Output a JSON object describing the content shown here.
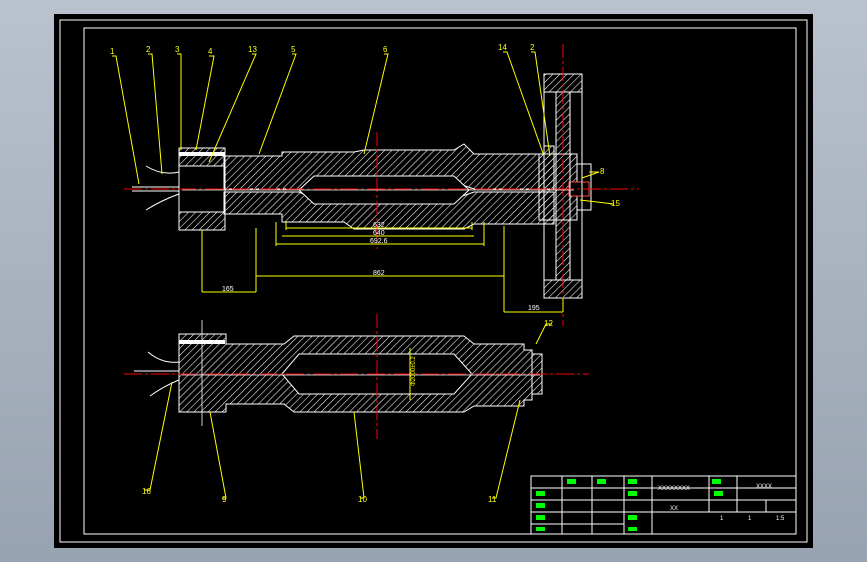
{
  "balloons": {
    "b1": "1",
    "b2": "2",
    "b3": "3",
    "b4": "4",
    "b13": "13",
    "b5": "5",
    "b6": "6",
    "b14": "14",
    "b2r": "2",
    "b8": "8",
    "b15": "15",
    "b12": "12",
    "b16": "16",
    "b9": "9",
    "b10": "10",
    "b11": "11"
  },
  "dimensions": {
    "d1": "632",
    "d2": "640",
    "d3": "692.6",
    "d4": "862",
    "left_offset": "165",
    "right_offset": "195",
    "vertical": "Φ2000±0.2"
  },
  "title_block": {
    "drawing_name": "XXXXXXXX",
    "material": "XXXX",
    "designer": "XX",
    "ratio": "1:5",
    "sheet": "1",
    "sheets": "1"
  },
  "colors": {
    "background": "#000000",
    "outline": "#ffffff",
    "leader": "#ffff00",
    "centerline": "#ff0000",
    "hatch": "#ffffff",
    "title_text": "#00ff00"
  }
}
